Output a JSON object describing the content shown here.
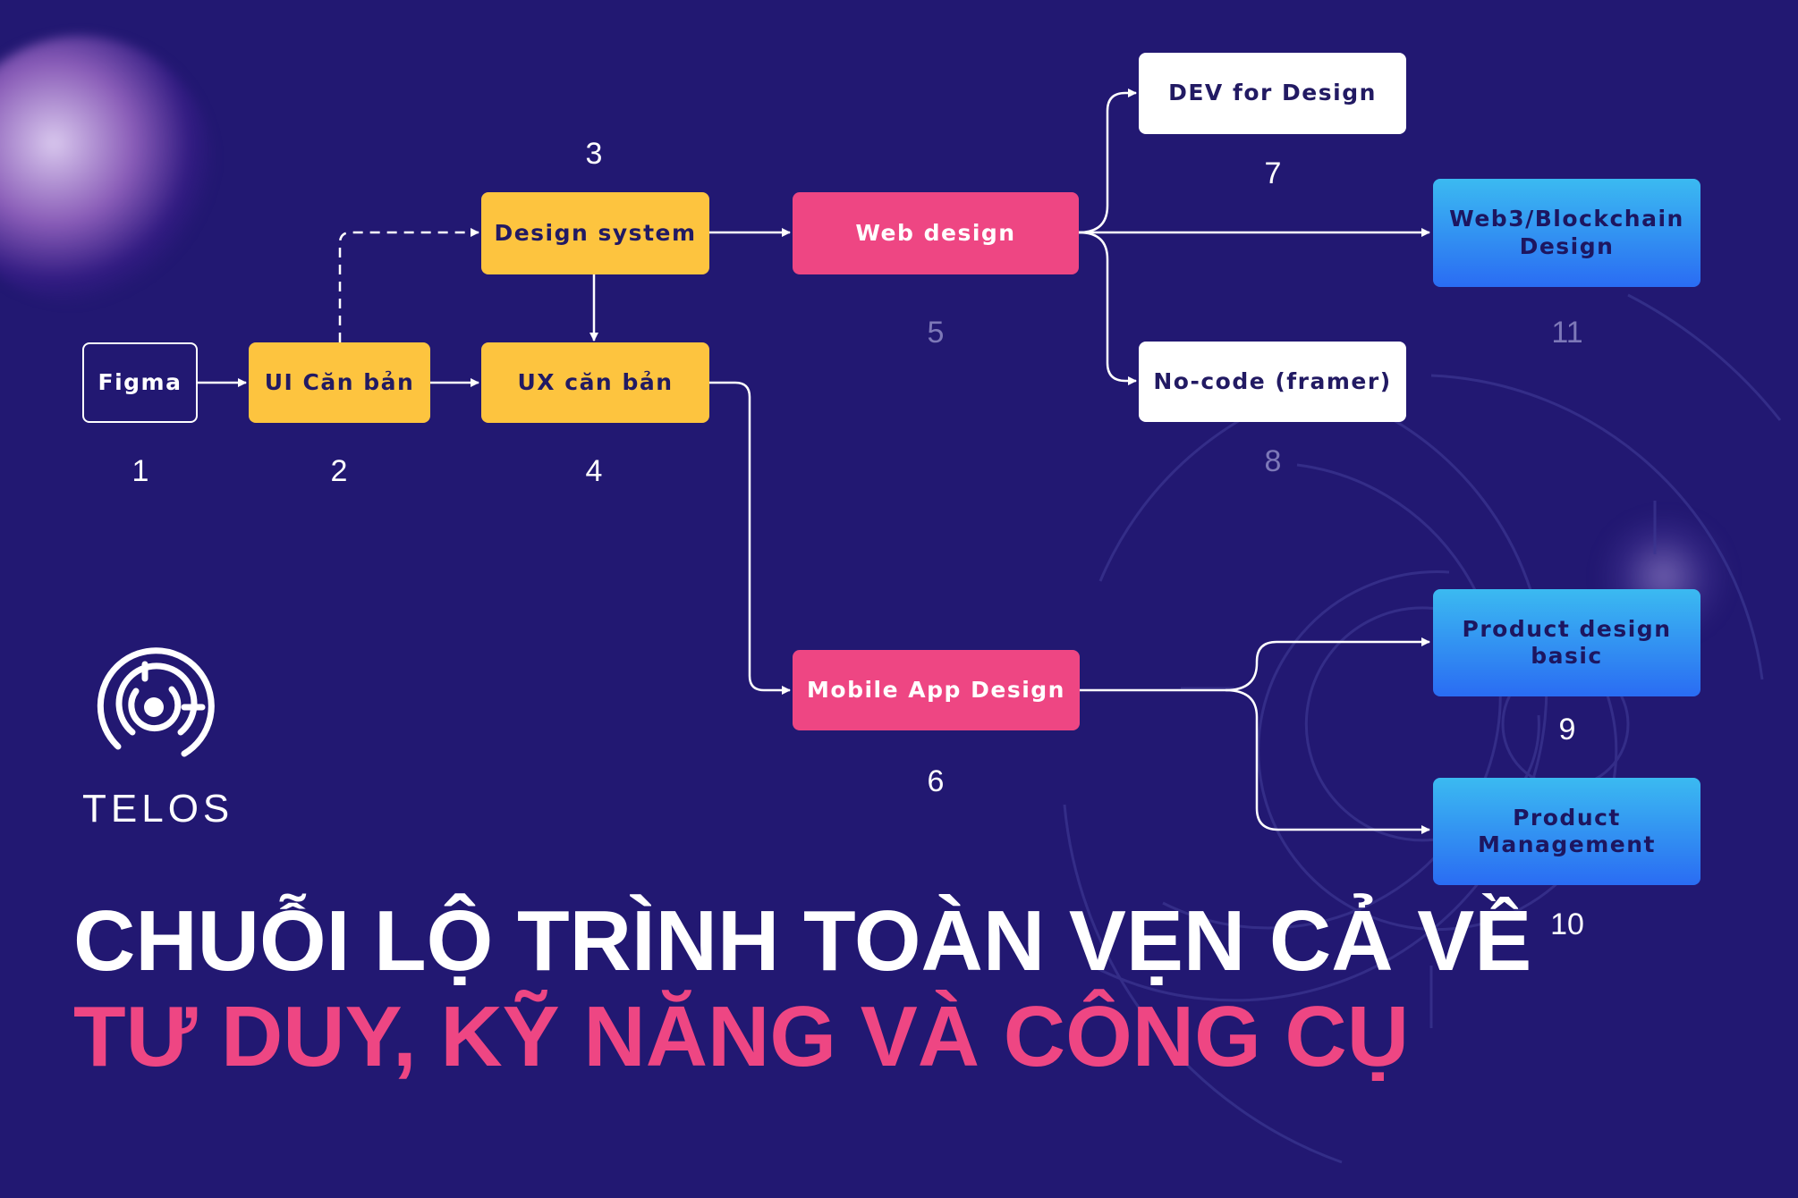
{
  "brand": {
    "name": "TELOS"
  },
  "headline": {
    "line1": "CHUỖI LỘ TRÌNH TOÀN VẸN CẢ VỀ",
    "line2": "TƯ DUY, KỸ NĂNG VÀ CÔNG CỤ"
  },
  "colors": {
    "background": "#221872",
    "yellow": "#fdc43f",
    "pink": "#ee4683",
    "blue_top": "#3bbaf1",
    "blue_bottom": "#2a6cf3"
  },
  "nodes": [
    {
      "id": "figma",
      "label": "Figma",
      "number": "1"
    },
    {
      "id": "ui_basic",
      "label": "UI Căn bản",
      "number": "2"
    },
    {
      "id": "design_system",
      "label": "Design system",
      "number": "3"
    },
    {
      "id": "ux_basic",
      "label": "UX căn bản",
      "number": "4"
    },
    {
      "id": "web_design",
      "label": "Web design",
      "number": "5"
    },
    {
      "id": "mobile_app_design",
      "label": "Mobile App Design",
      "number": "6"
    },
    {
      "id": "dev_for_design",
      "label": "DEV for Design",
      "number": "7"
    },
    {
      "id": "no_code",
      "label": "No-code (framer)",
      "number": "8"
    },
    {
      "id": "product_design_basic",
      "label": "Product design basic",
      "number": "9"
    },
    {
      "id": "product_management",
      "label": "Product Management",
      "number": "10"
    },
    {
      "id": "web3_blockchain",
      "label": "Web3/Blockchain Design",
      "number": "11"
    }
  ],
  "edges": [
    {
      "from": "Figma",
      "to": "UI Căn bản",
      "style": "solid"
    },
    {
      "from": "UI Căn bản",
      "to": "UX căn bản",
      "style": "solid"
    },
    {
      "from": "UI Căn bản",
      "to": "Design system",
      "style": "dashed"
    },
    {
      "from": "Design system",
      "to": "UX căn bản",
      "style": "solid"
    },
    {
      "from": "Design system",
      "to": "Web design",
      "style": "solid"
    },
    {
      "from": "UX căn bản",
      "to": "Mobile App Design",
      "style": "solid"
    },
    {
      "from": "Web design",
      "to": "DEV for Design",
      "style": "solid"
    },
    {
      "from": "Web design",
      "to": "Web3/Blockchain Design",
      "style": "solid"
    },
    {
      "from": "Web design",
      "to": "No-code (framer)",
      "style": "solid"
    },
    {
      "from": "Mobile App Design",
      "to": "Product design basic",
      "style": "solid"
    },
    {
      "from": "Mobile App Design",
      "to": "Product Management",
      "style": "solid"
    }
  ]
}
